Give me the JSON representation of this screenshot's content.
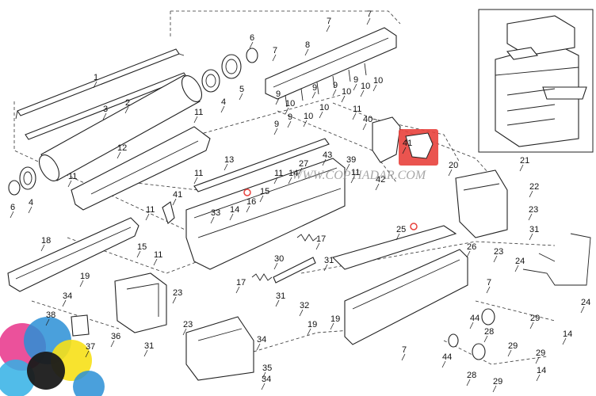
{
  "watermark": "WWW.COPYIADAR.COM",
  "highlight_color": "#e8413c",
  "callouts": [
    {
      "id": "c1",
      "text": "1"
    },
    {
      "id": "c2",
      "text": "2"
    },
    {
      "id": "c3",
      "text": "3"
    },
    {
      "id": "c4a",
      "text": "4"
    },
    {
      "id": "c4b",
      "text": "4"
    },
    {
      "id": "c5",
      "text": "5"
    },
    {
      "id": "c6a",
      "text": "6"
    },
    {
      "id": "c6b",
      "text": "6"
    },
    {
      "id": "c7a",
      "text": "7"
    },
    {
      "id": "c7b",
      "text": "7"
    },
    {
      "id": "c7c",
      "text": "7"
    },
    {
      "id": "c7d",
      "text": "7"
    },
    {
      "id": "c7e",
      "text": "7"
    },
    {
      "id": "c8",
      "text": "8"
    },
    {
      "id": "c9a",
      "text": "9"
    },
    {
      "id": "c9b",
      "text": "9"
    },
    {
      "id": "c9c",
      "text": "9"
    },
    {
      "id": "c9d",
      "text": "9"
    },
    {
      "id": "c9e",
      "text": "9"
    },
    {
      "id": "c9f",
      "text": "9"
    },
    {
      "id": "c10a",
      "text": "10"
    },
    {
      "id": "c10b",
      "text": "10"
    },
    {
      "id": "c10c",
      "text": "10"
    },
    {
      "id": "c10d",
      "text": "10"
    },
    {
      "id": "c10e",
      "text": "10"
    },
    {
      "id": "c10f",
      "text": "10"
    },
    {
      "id": "c11a",
      "text": "11"
    },
    {
      "id": "c11b",
      "text": "11"
    },
    {
      "id": "c11c",
      "text": "11"
    },
    {
      "id": "c11d",
      "text": "11"
    },
    {
      "id": "c11e",
      "text": "11"
    },
    {
      "id": "c11f",
      "text": "11"
    },
    {
      "id": "c11g",
      "text": "11"
    },
    {
      "id": "c11h",
      "text": "11"
    },
    {
      "id": "c12",
      "text": "12"
    },
    {
      "id": "c13",
      "text": "13"
    },
    {
      "id": "c14a",
      "text": "14"
    },
    {
      "id": "c14b",
      "text": "14"
    },
    {
      "id": "c14c",
      "text": "14"
    },
    {
      "id": "c14d",
      "text": "14"
    },
    {
      "id": "c15a",
      "text": "15"
    },
    {
      "id": "c15b",
      "text": "15"
    },
    {
      "id": "c16",
      "text": "16"
    },
    {
      "id": "c17a",
      "text": "17"
    },
    {
      "id": "c17b",
      "text": "17"
    },
    {
      "id": "c18",
      "text": "18"
    },
    {
      "id": "c19a",
      "text": "19"
    },
    {
      "id": "c19b",
      "text": "19"
    },
    {
      "id": "c19c",
      "text": "19"
    },
    {
      "id": "c20",
      "text": "20"
    },
    {
      "id": "c21",
      "text": "21"
    },
    {
      "id": "c22",
      "text": "22"
    },
    {
      "id": "c23a",
      "text": "23"
    },
    {
      "id": "c23b",
      "text": "23"
    },
    {
      "id": "c23c",
      "text": "23"
    },
    {
      "id": "c23d",
      "text": "23"
    },
    {
      "id": "c24a",
      "text": "24"
    },
    {
      "id": "c24b",
      "text": "24"
    },
    {
      "id": "c25",
      "text": "25"
    },
    {
      "id": "c26",
      "text": "26"
    },
    {
      "id": "c27",
      "text": "27"
    },
    {
      "id": "c28a",
      "text": "28"
    },
    {
      "id": "c28b",
      "text": "28"
    },
    {
      "id": "c29a",
      "text": "29"
    },
    {
      "id": "c29b",
      "text": "29"
    },
    {
      "id": "c29c",
      "text": "29"
    },
    {
      "id": "c29d",
      "text": "29"
    },
    {
      "id": "c30",
      "text": "30"
    },
    {
      "id": "c31a",
      "text": "31"
    },
    {
      "id": "c31b",
      "text": "31"
    },
    {
      "id": "c31c",
      "text": "31"
    },
    {
      "id": "c31d",
      "text": "31"
    },
    {
      "id": "c32",
      "text": "32"
    },
    {
      "id": "c33",
      "text": "33"
    },
    {
      "id": "c34a",
      "text": "34"
    },
    {
      "id": "c34b",
      "text": "34"
    },
    {
      "id": "c34c",
      "text": "34"
    },
    {
      "id": "c35",
      "text": "35"
    },
    {
      "id": "c36",
      "text": "36"
    },
    {
      "id": "c37",
      "text": "37"
    },
    {
      "id": "c38",
      "text": "38"
    },
    {
      "id": "c39",
      "text": "39"
    },
    {
      "id": "c40",
      "text": "40"
    },
    {
      "id": "c41a",
      "text": "41"
    },
    {
      "id": "c41b",
      "text": "41"
    },
    {
      "id": "c42",
      "text": "42"
    },
    {
      "id": "c43",
      "text": "43"
    },
    {
      "id": "c44a",
      "text": "44"
    },
    {
      "id": "c44b",
      "text": "44"
    }
  ]
}
